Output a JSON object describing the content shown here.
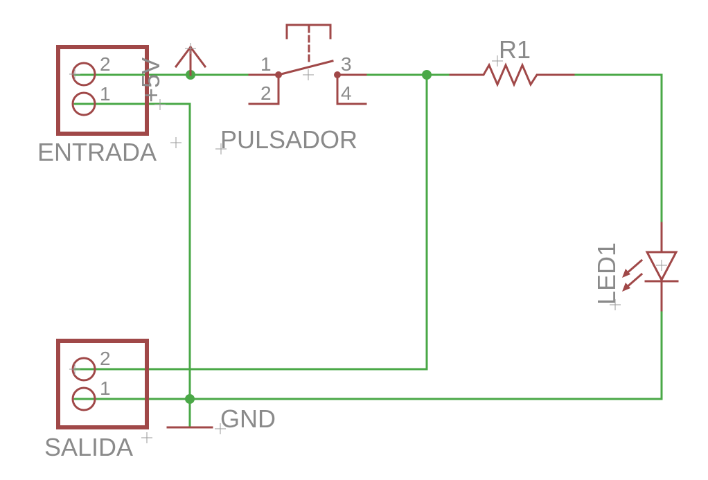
{
  "connectors": {
    "entrada": {
      "label": "ENTRADA",
      "pin_top": "2",
      "pin_bottom": "1"
    },
    "salida": {
      "label": "SALIDA",
      "pin_top": "2",
      "pin_bottom": "1"
    }
  },
  "supply": {
    "label": "+5V"
  },
  "ground": {
    "label": "GND"
  },
  "switch": {
    "label": "PULSADOR",
    "pins": [
      "1",
      "2",
      "3",
      "4"
    ]
  },
  "resistor": {
    "label": "R1"
  },
  "led": {
    "label": "LED1"
  },
  "colors": {
    "wire": "#4aa847",
    "part": "#a04848",
    "label": "#8a8a8a"
  }
}
